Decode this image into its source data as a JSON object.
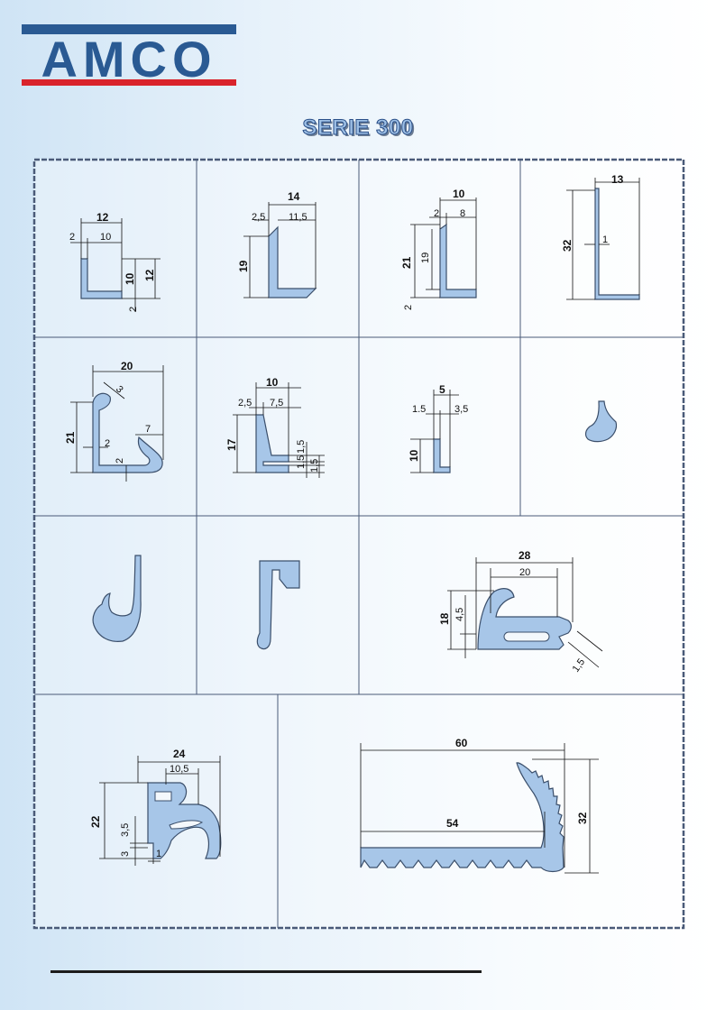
{
  "brand": {
    "name": "AMCO",
    "colors": {
      "blue": "#2a5a93",
      "red": "#d9232b"
    }
  },
  "title": "SERIE 300",
  "profiles": {
    "p1": {
      "dims": [
        "12",
        "2",
        "10",
        "10",
        "12",
        "2"
      ]
    },
    "p2": {
      "dims": [
        "14",
        "2,5",
        "11,5",
        "19"
      ]
    },
    "p3": {
      "dims": [
        "10",
        "2",
        "8",
        "21",
        "19",
        "2"
      ]
    },
    "p4": {
      "dims": [
        "13",
        "32",
        "1"
      ]
    },
    "p5": {
      "dims": [
        "20",
        "21",
        "2",
        "7",
        "2",
        "3"
      ]
    },
    "p6": {
      "dims": [
        "10",
        "2,5",
        "7,5",
        "17",
        "1,5",
        "1,5",
        "1,5"
      ]
    },
    "p7": {
      "dims": [
        "5",
        "1.5",
        "3,5",
        "10"
      ]
    },
    "p11": {
      "dims": [
        "28",
        "20",
        "18",
        "4,5",
        "1,5"
      ]
    },
    "p12": {
      "dims": [
        "24",
        "10,5",
        "22",
        "3,5",
        "3",
        "1"
      ]
    },
    "p13": {
      "dims": [
        "60",
        "54",
        "32"
      ]
    }
  }
}
